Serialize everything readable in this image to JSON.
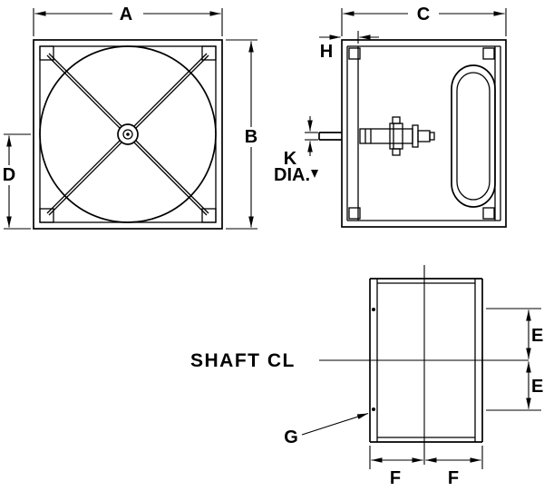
{
  "drawing": {
    "background": "#ffffff",
    "line_color": "#000000",
    "labels": {
      "a": "A",
      "b": "B",
      "c": "C",
      "d": "D",
      "e_upper": "E",
      "e_lower": "E",
      "f_left": "F",
      "f_right": "F",
      "g": "G",
      "h": "H",
      "k": "K",
      "k_dia": "DIA.",
      "shaft_centerline": "SHAFT CL"
    }
  }
}
